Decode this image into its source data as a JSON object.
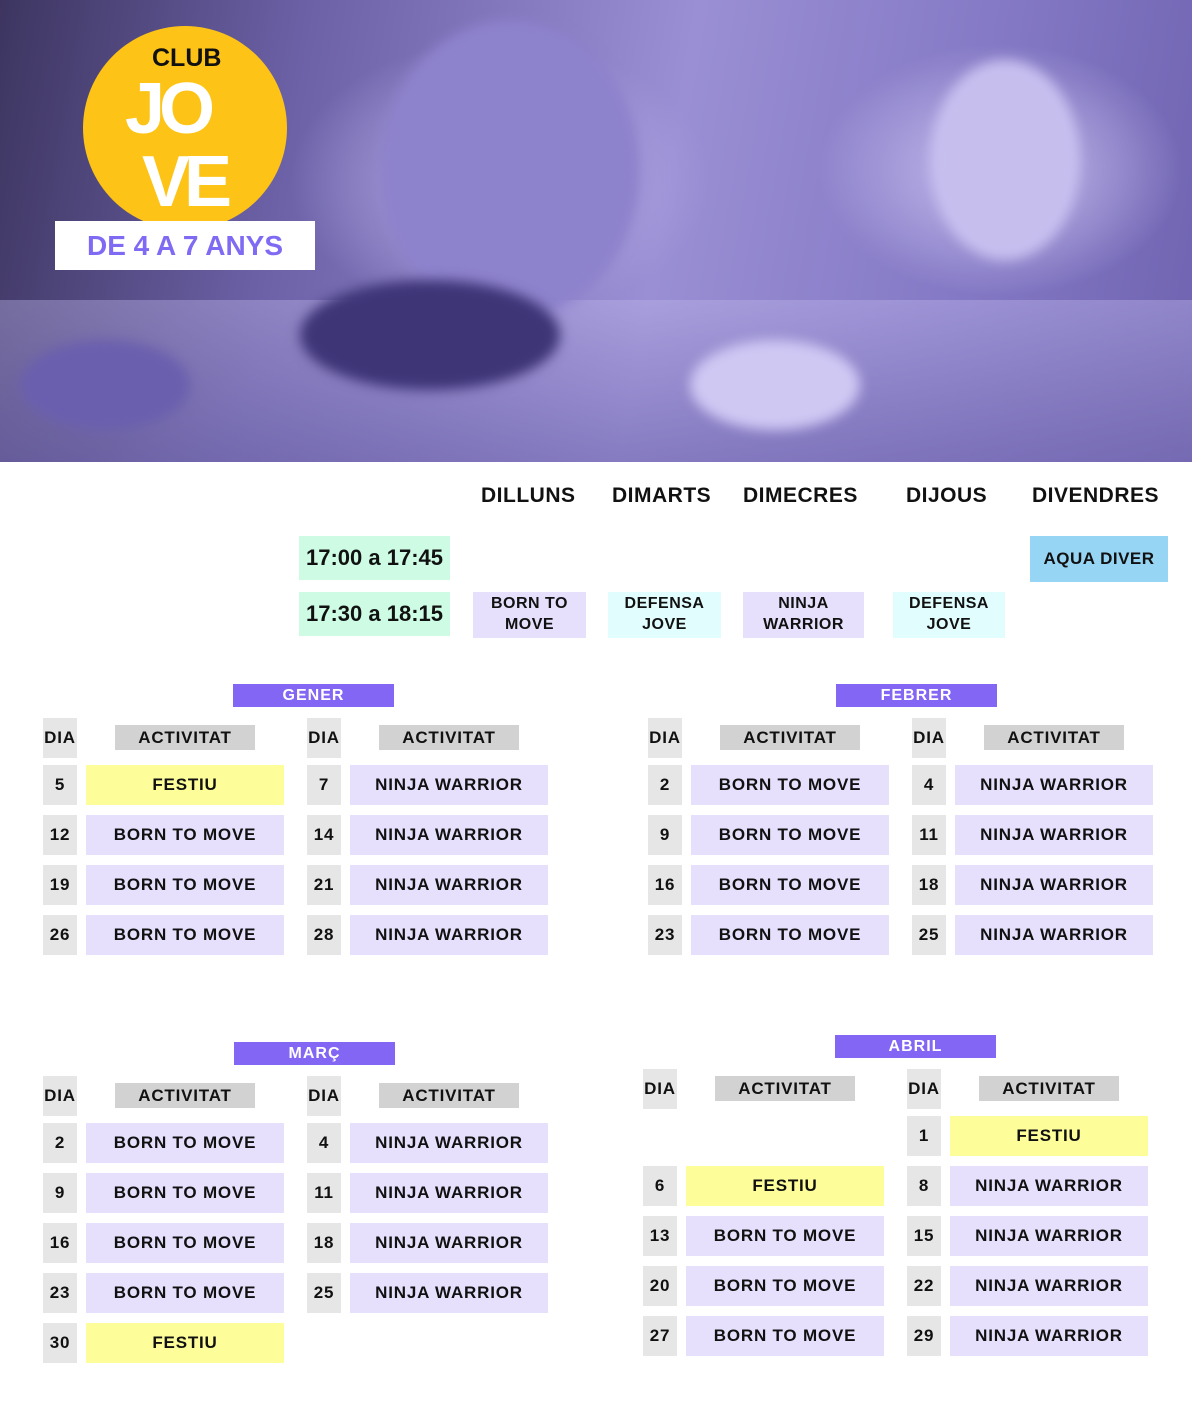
{
  "logo": {
    "club": "CLUB",
    "jo": "JO",
    "ve": "VE",
    "age": "DE 4 A 7 ANYS"
  },
  "schedule": {
    "days": [
      "DILLUNS",
      "DIMARTS",
      "DIMECRES",
      "DIJOUS",
      "DIVENDRES"
    ],
    "times": [
      "17:00 a 17:45",
      "17:30 a 18:15"
    ],
    "slots": {
      "aqua": "AQUA DIVER",
      "mon": "BORN TO MOVE",
      "tue": "DEFENSA JOVE",
      "wed": "NINJA WARRIOR",
      "thu": "DEFENSA JOVE"
    }
  },
  "colors": {
    "accent": "#8366f4",
    "logo_yellow": "#fdc316",
    "time_green": "#cdfbe4",
    "aqua_blue": "#97d5f5",
    "defensa": "#e2fdfd",
    "activity": "#e6e0fd",
    "festiu": "#fdfd9a"
  },
  "headers": {
    "dia": "DIA",
    "activitat": "ACTIVITAT"
  },
  "months": [
    {
      "name": "GENER",
      "left": [
        [
          "5",
          "FESTIU"
        ],
        [
          "12",
          "BORN TO MOVE"
        ],
        [
          "19",
          "BORN TO MOVE"
        ],
        [
          "26",
          "BORN TO MOVE"
        ]
      ],
      "right": [
        [
          "7",
          "NINJA WARRIOR"
        ],
        [
          "14",
          "NINJA WARRIOR"
        ],
        [
          "21",
          "NINJA WARRIOR"
        ],
        [
          "28",
          "NINJA WARRIOR"
        ]
      ]
    },
    {
      "name": "FEBRER",
      "left": [
        [
          "2",
          "BORN TO MOVE"
        ],
        [
          "9",
          "BORN TO MOVE"
        ],
        [
          "16",
          "BORN TO MOVE"
        ],
        [
          "23",
          "BORN TO MOVE"
        ]
      ],
      "right": [
        [
          "4",
          "NINJA WARRIOR"
        ],
        [
          "11",
          "NINJA WARRIOR"
        ],
        [
          "18",
          "NINJA WARRIOR"
        ],
        [
          "25",
          "NINJA WARRIOR"
        ]
      ]
    },
    {
      "name": "MARÇ",
      "left": [
        [
          "2",
          "BORN TO MOVE"
        ],
        [
          "9",
          "BORN TO MOVE"
        ],
        [
          "16",
          "BORN TO MOVE"
        ],
        [
          "23",
          "BORN TO MOVE"
        ],
        [
          "30",
          "FESTIU"
        ]
      ],
      "right": [
        [
          "4",
          "NINJA WARRIOR"
        ],
        [
          "11",
          "NINJA WARRIOR"
        ],
        [
          "18",
          "NINJA WARRIOR"
        ],
        [
          "25",
          "NINJA WARRIOR"
        ]
      ]
    },
    {
      "name": "ABRIL",
      "left": [
        null,
        [
          "6",
          "FESTIU"
        ],
        [
          "13",
          "BORN TO MOVE"
        ],
        [
          "20",
          "BORN TO MOVE"
        ],
        [
          "27",
          "BORN TO MOVE"
        ]
      ],
      "right": [
        [
          "1",
          "FESTIU"
        ],
        [
          "8",
          "NINJA WARRIOR"
        ],
        [
          "15",
          "NINJA WARRIOR"
        ],
        [
          "22",
          "NINJA WARRIOR"
        ],
        [
          "29",
          "NINJA WARRIOR"
        ]
      ]
    }
  ]
}
